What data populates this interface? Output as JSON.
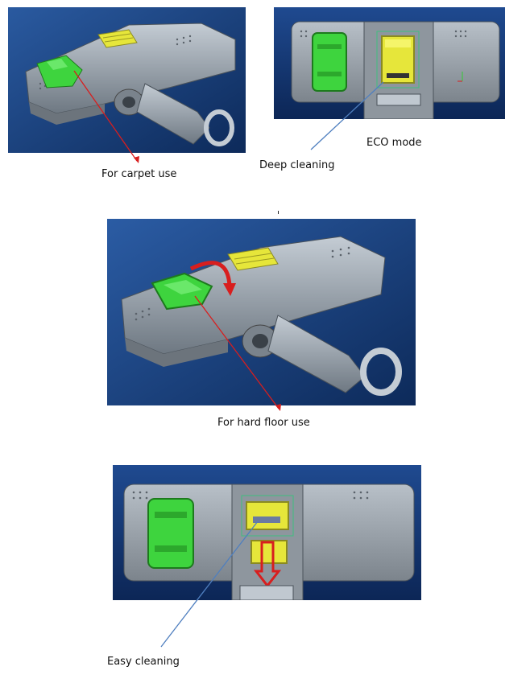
{
  "captions": {
    "carpet": "For carpet use",
    "eco": "ECO mode",
    "deep": "Deep cleaning",
    "hard_floor": "For hard floor use",
    "easy": "Easy cleaning"
  },
  "colors": {
    "background_blue": "#14386e",
    "body_grey": "#9aa3ad",
    "button_green": "#3ed43e",
    "button_yellow": "#e6e63a",
    "arrow_red": "#d81e1e",
    "pointer_blue": "#4f7fbf"
  }
}
